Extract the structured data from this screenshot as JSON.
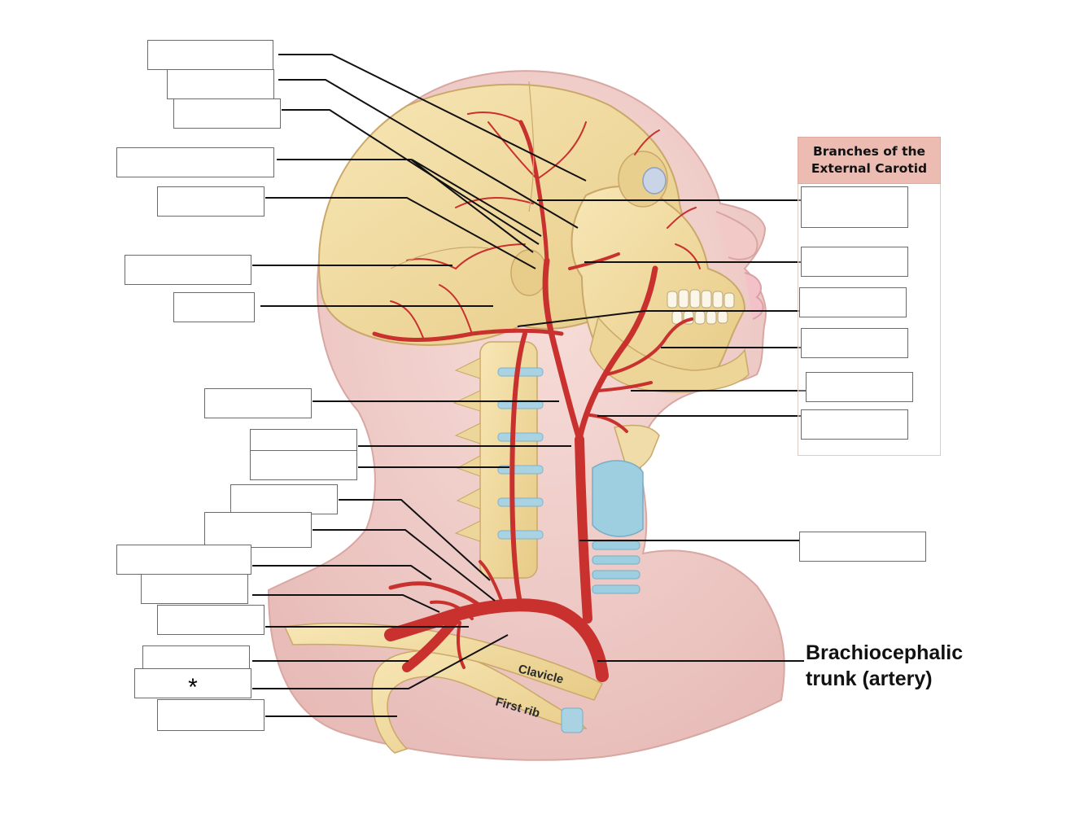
{
  "legend": {
    "title": "Branches of the\nExternal Carotid"
  },
  "labels": {
    "brachiocephalic": "Brachiocephalic\ntrunk (artery)",
    "clavicle": "Clavicle",
    "first_rib": "First rib",
    "asterisk": "*"
  },
  "colors": {
    "skin": "#eec8c4",
    "bone": "#f1dca0",
    "artery": "#c8312e",
    "cartilage": "#9ecfe0",
    "legend_header": "#ecbcb2",
    "leader_line": "#111111"
  }
}
